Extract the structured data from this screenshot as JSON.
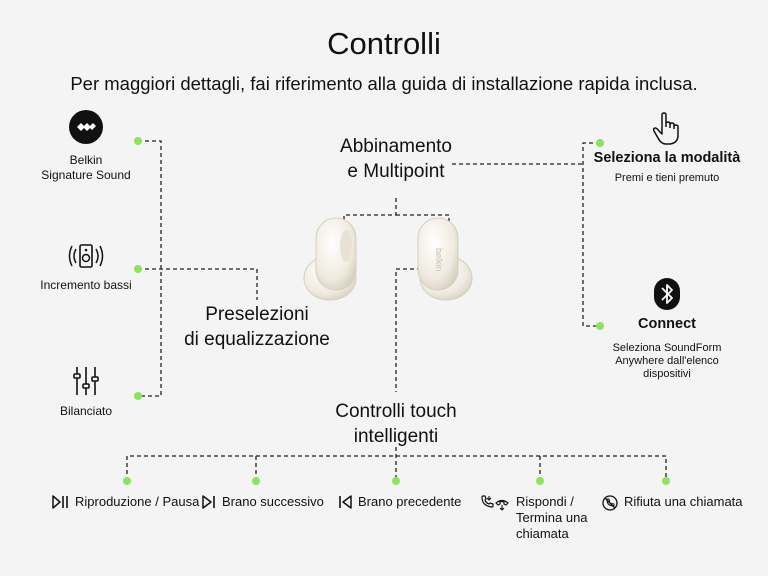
{
  "header": {
    "title": "Controlli",
    "subtitle": "Per maggiori dettagli, fai riferimento alla guida di installazione rapida inclusa."
  },
  "eq_presets": {
    "label_line1": "Preselezioni",
    "label_line2": "di equalizzazione",
    "items": [
      {
        "icon": "belkin-logo-icon",
        "line1": "Belkin",
        "line2": "Signature Sound"
      },
      {
        "icon": "speaker-bass-icon",
        "line1": "Incremento bassi",
        "line2": ""
      },
      {
        "icon": "equalizer-sliders-icon",
        "line1": "Bilanciato",
        "line2": ""
      }
    ]
  },
  "pairing": {
    "label_line1": "Abbinamento",
    "label_line2": "e Multipoint"
  },
  "mode": {
    "icon": "hand-press-icon",
    "title": "Seleziona la modalità",
    "desc": "Premi e tieni premuto"
  },
  "connect": {
    "icon": "bluetooth-icon",
    "title": "Connect",
    "desc_line1": "Seleziona SoundForm",
    "desc_line2": "Anywhere dall'elenco",
    "desc_line3": "dispositivi"
  },
  "touch": {
    "label_line1": "Controlli touch",
    "label_line2": "intelligenti",
    "items": [
      {
        "icon": "play-pause-icon",
        "line1": "Riproduzione / Pausa",
        "line2": "",
        "line3": ""
      },
      {
        "icon": "next-track-icon",
        "line1": "Brano successivo",
        "line2": "",
        "line3": ""
      },
      {
        "icon": "previous-track-icon",
        "line1": "Brano precedente",
        "line2": "",
        "line3": ""
      },
      {
        "icon": "answer-end-call-icon",
        "line1": "Rispondi /",
        "line2": "Termina una",
        "line3": "chiamata"
      },
      {
        "icon": "reject-call-icon",
        "line1": "Rifiuta una chiamata",
        "line2": "",
        "line3": ""
      }
    ]
  },
  "earbuds": {
    "brand": "belkin"
  },
  "colors": {
    "background": "#f4f4f4",
    "accent_dot": "#8de35f",
    "line": "#222222",
    "earbud": "#f3efe6"
  }
}
